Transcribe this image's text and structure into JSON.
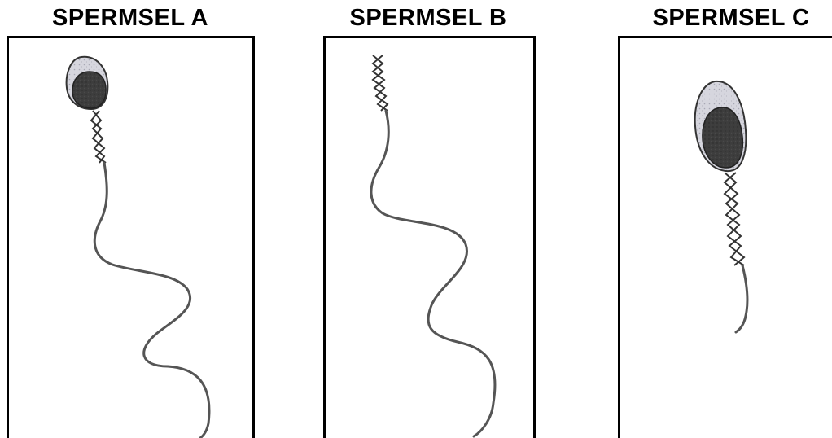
{
  "panels": [
    {
      "title": "SPERMSEL A"
    },
    {
      "title": "SPERMSEL B"
    },
    {
      "title": "SPERMSEL C"
    }
  ],
  "colors": {
    "frame": "#000000",
    "head_outline": "#333333",
    "acrosome": "#cfcfd8",
    "nucleus": "#3a3a3a",
    "tail": "#555555"
  }
}
